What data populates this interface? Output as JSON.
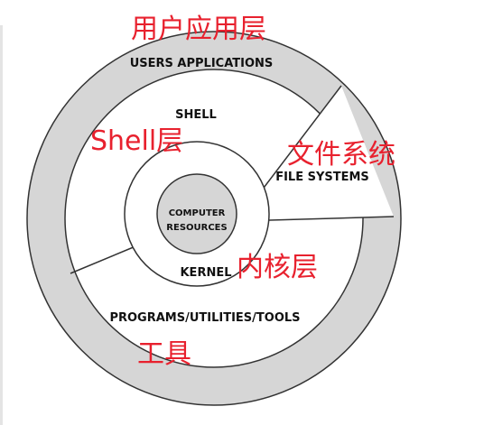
{
  "layers": {
    "users_applications": "USERS APPLICATIONS",
    "shell": "SHELL",
    "file_systems": "FILE SYSTEMS",
    "computer": "COMPUTER",
    "resources": "RESOURCES",
    "kernel": "KERNEL",
    "programs": "PROGRAMS/UTILITIES/TOOLS"
  },
  "annotations": {
    "user_app_layer": "用户应用层",
    "shell_layer": "Shell层",
    "file_system": "文件系统",
    "kernel_layer": "内核层",
    "tools": "工具"
  },
  "colors": {
    "outer_ring": "#d6d6d6",
    "ring_stroke": "#333333",
    "annotation": "#e8212e"
  }
}
